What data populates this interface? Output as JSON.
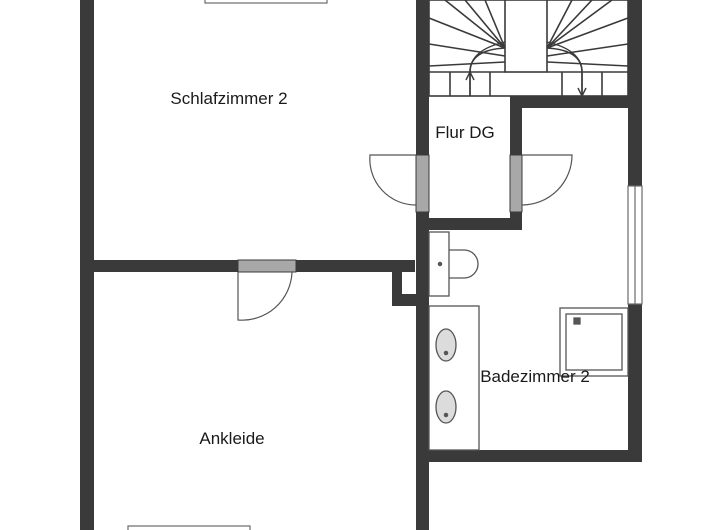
{
  "rooms": {
    "schlafzimmer": "Schlafzimmer 2",
    "flur": "Flur DG",
    "ankleide": "Ankleide",
    "badezimmer": "Badezimmer 2"
  },
  "colors": {
    "wall": "#3a3a3a",
    "door_frame": "#a8a8a8",
    "fixture_line": "#555555",
    "background": "#ffffff"
  }
}
